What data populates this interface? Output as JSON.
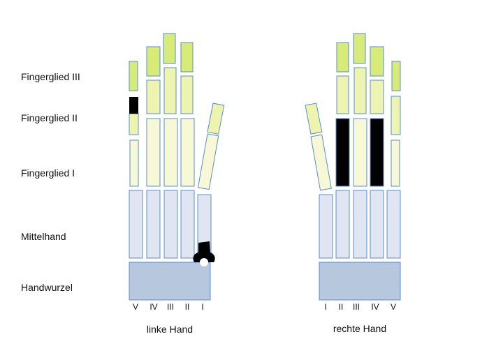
{
  "row_labels": {
    "phalanx_3": "Fingerglied III",
    "phalanx_2": "Fingerglied II",
    "phalanx_1": "Fingerglied I",
    "metacarpus": "Mittelhand",
    "carpus": "Handwurzel"
  },
  "left_hand": {
    "caption": "linke Hand",
    "digit_labels": [
      "V",
      "IV",
      "III",
      "II",
      "I"
    ]
  },
  "right_hand": {
    "caption": "rechte Hand",
    "digit_labels": [
      "I",
      "II",
      "III",
      "IV",
      "V"
    ]
  },
  "colors": {
    "phalanx_3": "#d7ec78",
    "phalanx_2": "#ecf4b0",
    "phalanx_1": "#f7f8d6",
    "metacarpus": "#dfe6f1",
    "carpus": "#b7c8de",
    "outline": "#5b8bd1",
    "marked": "#000000"
  },
  "marked_bones": {
    "left_hand": [
      "V phalanx 2 (upper part)",
      "I metacarpal (base, with ring)"
    ],
    "right_hand": [
      "II phalanx 1",
      "IV phalanx 1"
    ]
  }
}
